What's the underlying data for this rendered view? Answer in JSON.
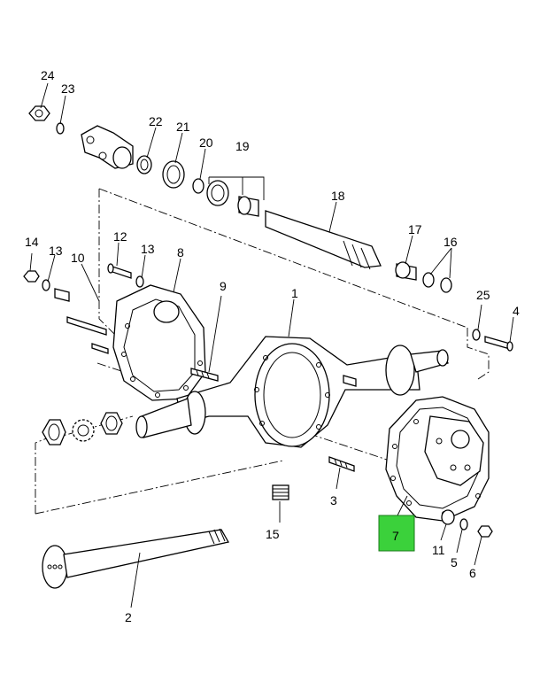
{
  "diagram": {
    "highlight_color": "#3bd13b",
    "highlighted_callout": "7",
    "callouts": {
      "c24": "24",
      "c23": "23",
      "c22": "22",
      "c21": "21",
      "c20": "20",
      "c19": "19",
      "c18": "18",
      "c17": "17",
      "c16": "16",
      "c14": "14",
      "c13a": "13",
      "c10": "10",
      "c12": "12",
      "c13b": "13",
      "c8": "8",
      "c9": "9",
      "c1": "1",
      "c25": "25",
      "c4": "4",
      "c3": "3",
      "c15": "15",
      "c7": "7",
      "c11": "11",
      "c5": "5",
      "c6": "6",
      "c2": "2"
    }
  }
}
